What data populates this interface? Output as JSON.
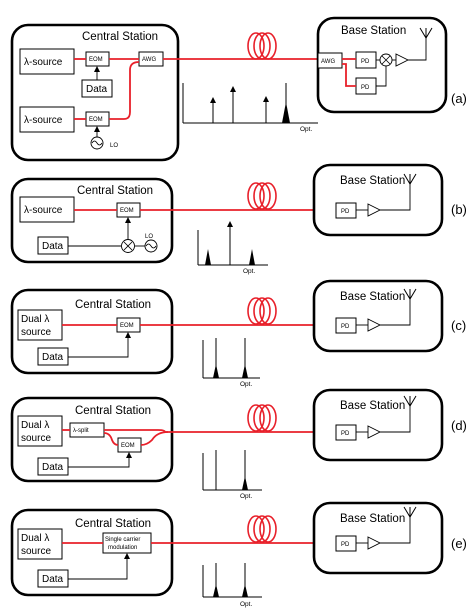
{
  "panels": [
    {
      "label": "(a)",
      "central_title": "Central Station",
      "base_title": "Base Station",
      "source_1": "λ-source",
      "source_2": "λ-source",
      "eom_1": "EOM",
      "eom_2": "EOM",
      "data": "Data",
      "awg_tx": "AWG",
      "awg_rx": "AWG",
      "pd_1": "PD",
      "pd_2": "PD",
      "lo": "LO",
      "opt": "Opt."
    },
    {
      "label": "(b)",
      "central_title": "Central Station",
      "base_title": "Base Station",
      "source": "λ-source",
      "eom": "EOM",
      "data": "Data",
      "lo": "LO",
      "pd": "PD",
      "opt": "Opt."
    },
    {
      "label": "(c)",
      "central_title": "Central Station",
      "base_title": "Base Station",
      "source_line1": "Dual λ",
      "source_line2": "source",
      "eom": "EOM",
      "data": "Data",
      "pd": "PD",
      "opt": "Opt."
    },
    {
      "label": "(d)",
      "central_title": "Central Station",
      "base_title": "Base Station",
      "source_line1": "Dual λ",
      "source_line2": "source",
      "split": "λ-split",
      "eom": "EOM",
      "data": "Data",
      "pd": "PD",
      "opt": "Opt."
    },
    {
      "label": "(e)",
      "central_title": "Central Station",
      "base_title": "Base Station",
      "source_line1": "Dual λ",
      "source_line2": "source",
      "modulator_line1": "Single carrier",
      "modulator_line2": "modulation",
      "data": "Data",
      "pd": "PD",
      "opt": "Opt."
    }
  ],
  "colors": {
    "fiber": "#e8202a",
    "line": "#000000"
  }
}
